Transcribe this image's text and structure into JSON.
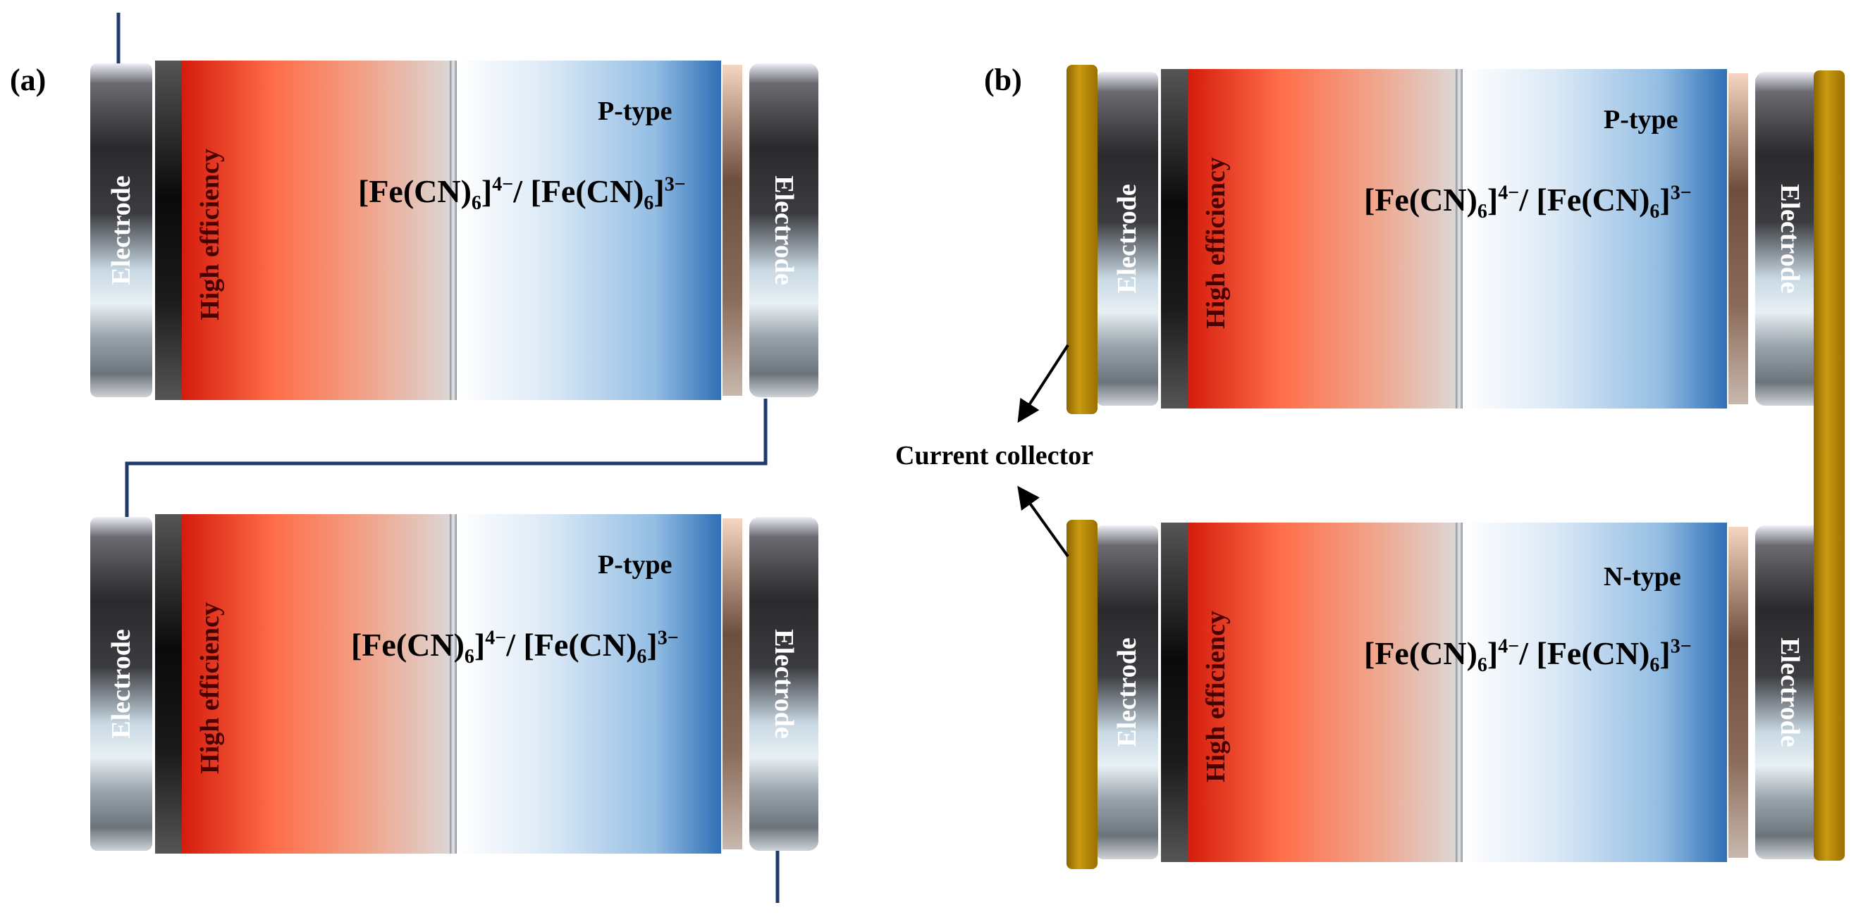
{
  "panels": {
    "a": {
      "label": "(a)",
      "cells": [
        {
          "left_electrode": "Electrode",
          "active_region": "High efficiency",
          "type_label": "P-type",
          "right_electrode": "Electrode"
        },
        {
          "left_electrode": "Electrode",
          "active_region": "High efficiency",
          "type_label": "P-type",
          "right_electrode": "Electrode"
        }
      ]
    },
    "b": {
      "label": "(b)",
      "collector_label": "Current collector",
      "cells": [
        {
          "left_electrode": "Electrode",
          "active_region": "High efficiency",
          "type_label": "P-type",
          "right_electrode": "Electrode"
        },
        {
          "left_electrode": "Electrode",
          "active_region": "High efficiency",
          "type_label": "N-type",
          "right_electrode": "Electrode"
        }
      ]
    }
  },
  "formula": {
    "left_core": "[Fe(CN)",
    "left_sub": "6",
    "left_close": "]",
    "left_charge": "4−",
    "separator": "/ ",
    "right_core": "[Fe(CN)",
    "right_sub": "6",
    "right_close": "]",
    "right_charge": "3−"
  },
  "colors": {
    "hot": "#d91e0e",
    "hot_mid": "#ff7a55",
    "cold": "#3b7dc6",
    "wire": "#1f3a6b",
    "collector": "#b8860b"
  }
}
